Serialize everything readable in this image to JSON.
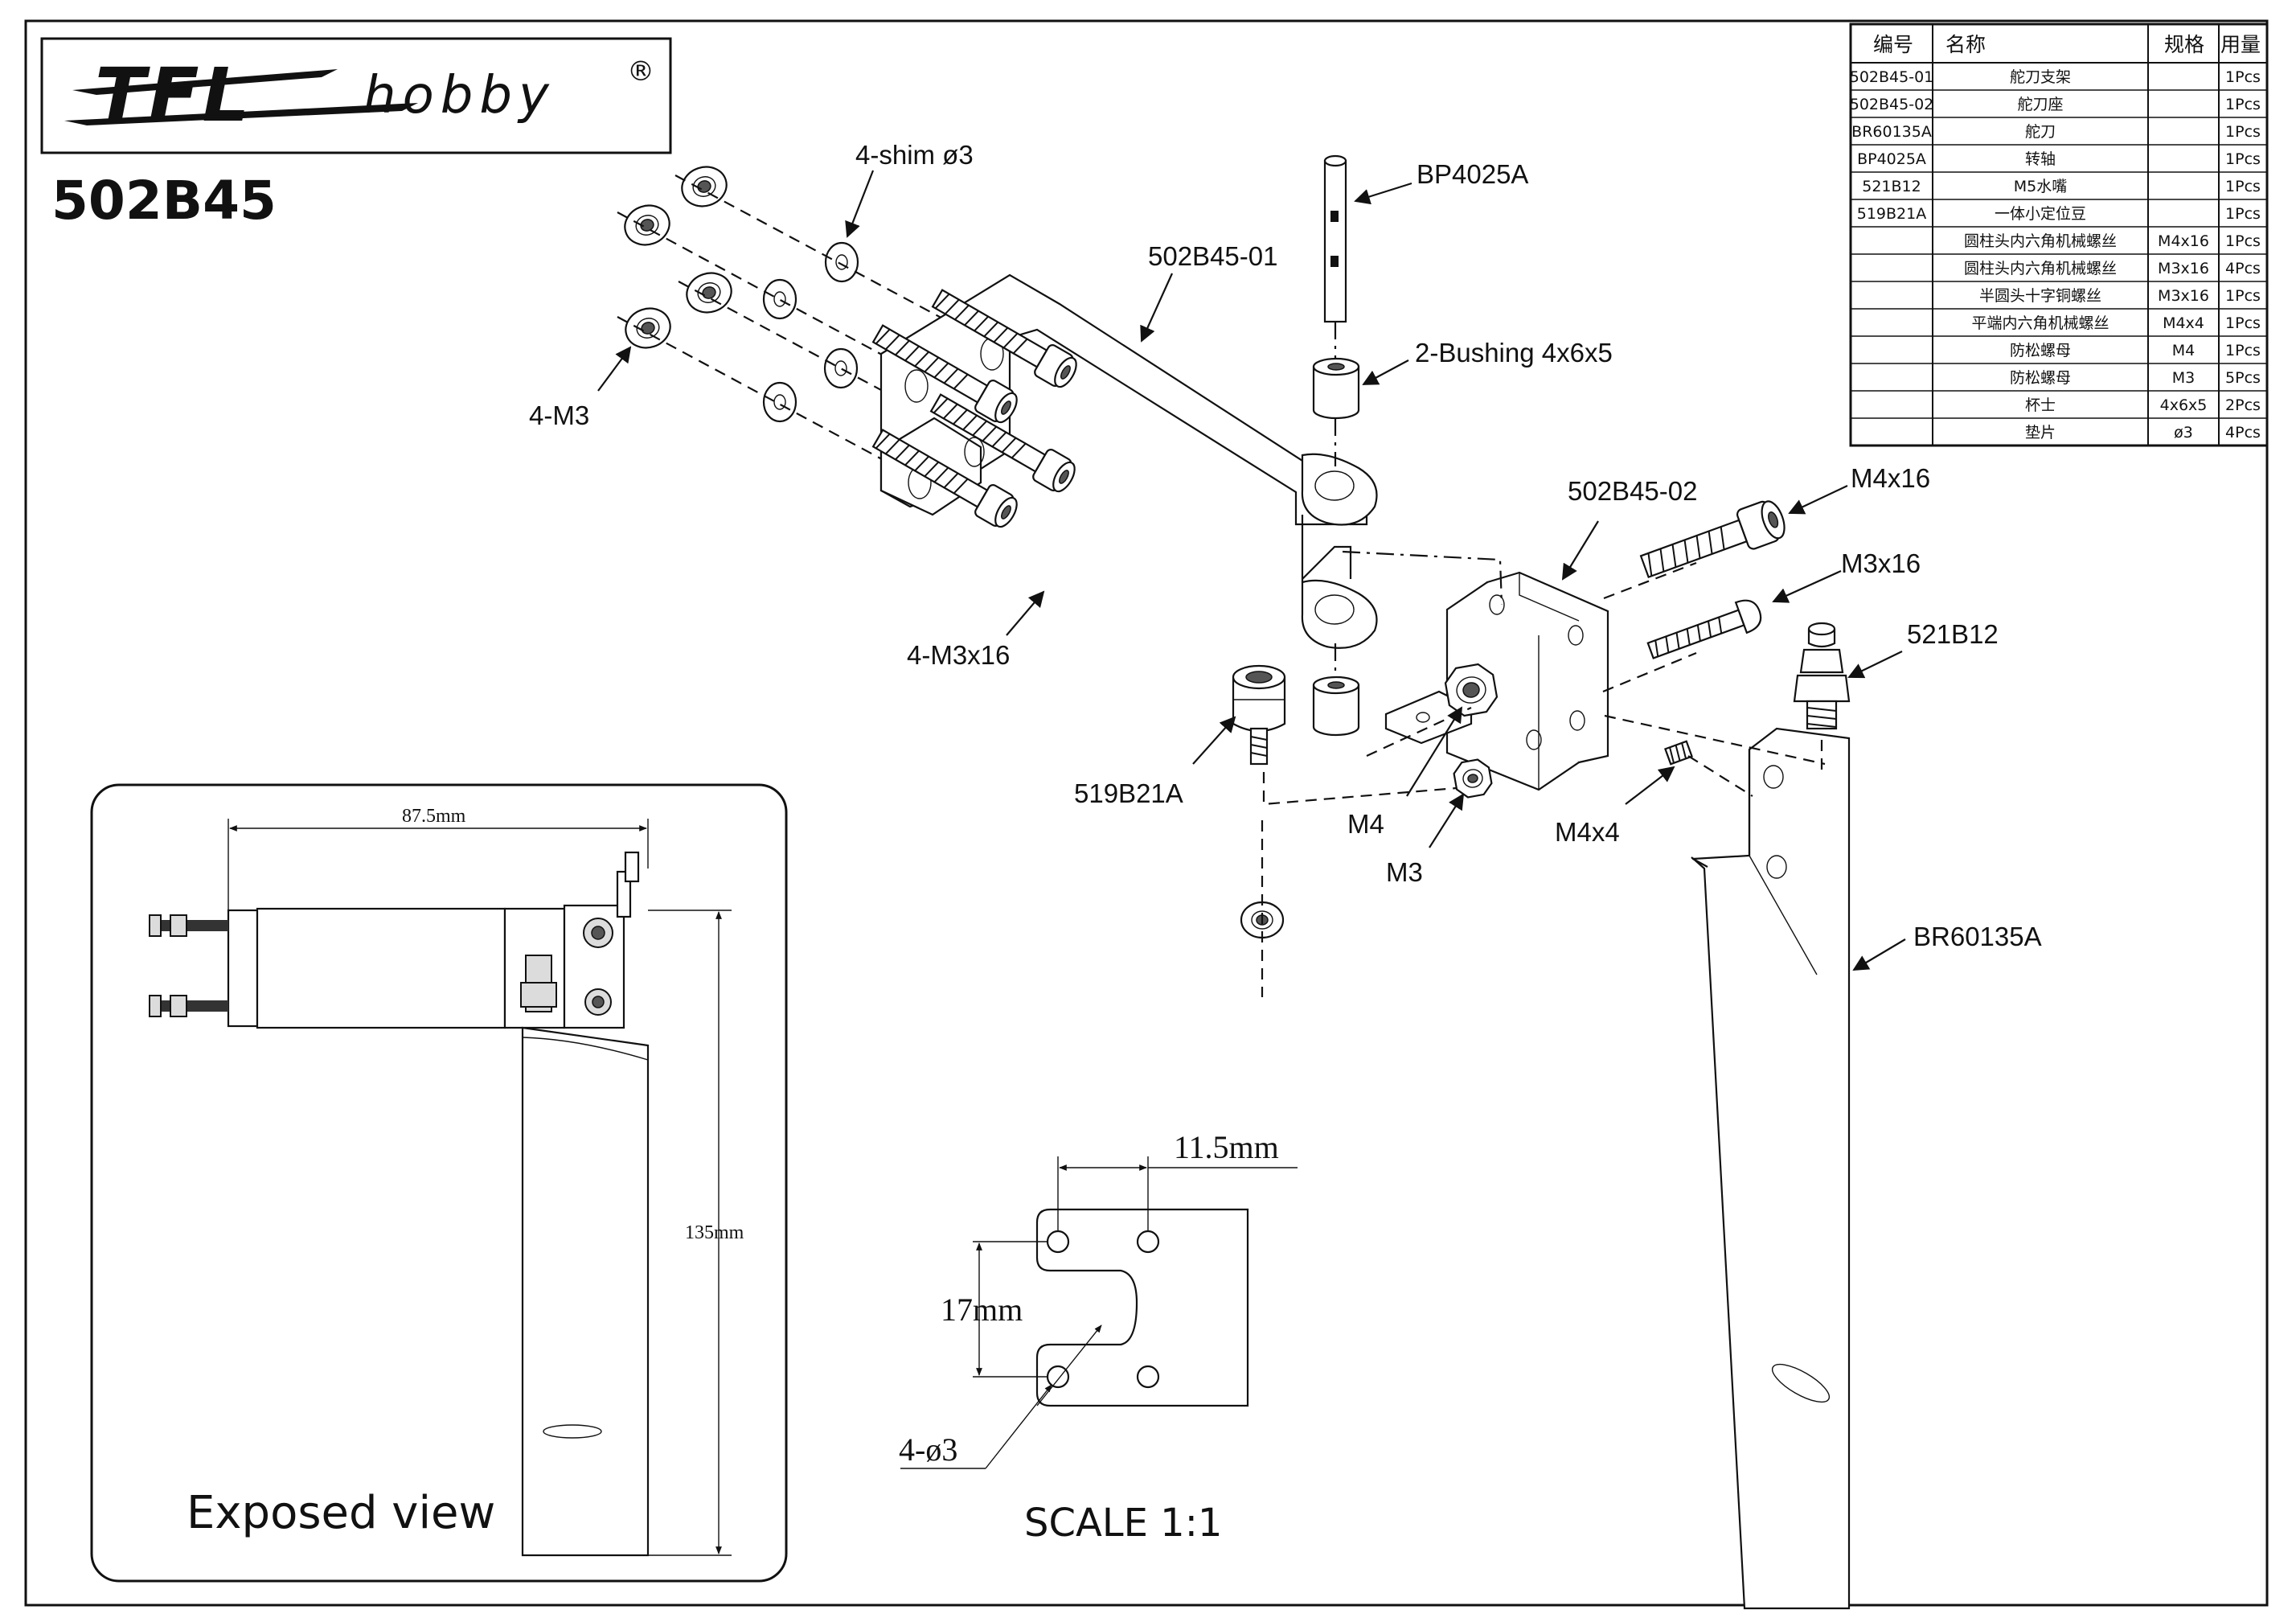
{
  "title": {
    "brand_main": "TFL",
    "brand_sub": "hobby",
    "brand_mark": "®",
    "model": "502B45"
  },
  "bom": {
    "headers": [
      "编号",
      "名称",
      "规格",
      "用量"
    ],
    "rows": [
      {
        "code": "502B45-01",
        "name": "舵刀支架",
        "spec": "",
        "qty": "1Pcs"
      },
      {
        "code": "502B45-02",
        "name": "舵刀座",
        "spec": "",
        "qty": "1Pcs"
      },
      {
        "code": "BR60135A",
        "name": "舵刀",
        "spec": "",
        "qty": "1Pcs"
      },
      {
        "code": "BP4025A",
        "name": "转轴",
        "spec": "",
        "qty": "1Pcs"
      },
      {
        "code": "521B12",
        "name": "M5水嘴",
        "spec": "",
        "qty": "1Pcs"
      },
      {
        "code": "519B21A",
        "name": "一体小定位豆",
        "spec": "",
        "qty": "1Pcs"
      },
      {
        "code": "",
        "name": "圆柱头内六角机械螺丝",
        "spec": "M4x16",
        "qty": "1Pcs"
      },
      {
        "code": "",
        "name": "圆柱头内六角机械螺丝",
        "spec": "M3x16",
        "qty": "4Pcs"
      },
      {
        "code": "",
        "name": "半圆头十字铜螺丝",
        "spec": "M3x16",
        "qty": "1Pcs"
      },
      {
        "code": "",
        "name": "平端内六角机械螺丝",
        "spec": "M4x4",
        "qty": "1Pcs"
      },
      {
        "code": "",
        "name": "防松螺母",
        "spec": "M4",
        "qty": "1Pcs"
      },
      {
        "code": "",
        "name": "防松螺母",
        "spec": "M3",
        "qty": "5Pcs"
      },
      {
        "code": "",
        "name": "杯士",
        "spec": "4x6x5",
        "qty": "2Pcs"
      },
      {
        "code": "",
        "name": "垫片",
        "spec": "ø3",
        "qty": "4Pcs"
      }
    ]
  },
  "callouts": {
    "shim": "4-shim ø3",
    "bp4025a": "BP4025A",
    "bracket": "502B45-01",
    "bushing": "2-Bushing 4x6x5",
    "nuts_m3": "4-M3",
    "mount": "502B45-02",
    "m4x16": "M4x16",
    "m3x16": "M3x16",
    "nipple": "521B12",
    "screws": "4-M3x16",
    "locator": "519B21A",
    "m4": "M4",
    "m4x4": "M4x4",
    "m3": "M3",
    "blade": "BR60135A"
  },
  "exposed_view": {
    "label": "Exposed view",
    "width_dim": "87.5mm",
    "height_dim": "135mm"
  },
  "scale_view": {
    "label": "SCALE 1:1",
    "hole_spacing": "11.5mm",
    "slot_height": "17mm",
    "holes": "4-ø3"
  }
}
